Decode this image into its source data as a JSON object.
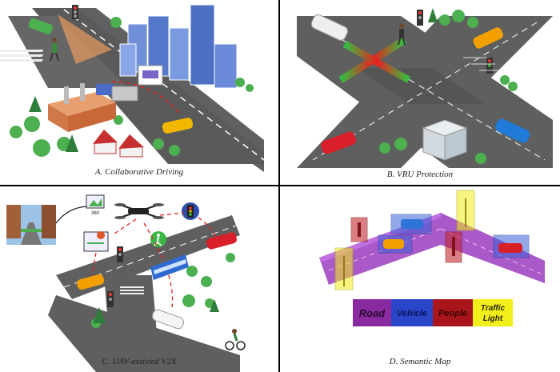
{
  "panels": [
    {
      "caption": "A. Collaborative Driving"
    },
    {
      "caption": "B. VRU Protection"
    },
    {
      "caption": "C. UAV-assisted V2X"
    },
    {
      "caption": "D. Semantic Map"
    }
  ],
  "uav_panel": {
    "camera_badge": "360"
  },
  "semantic_legend": [
    {
      "label": "Road",
      "color": "#8a2aa0",
      "text_color": "#2a0a30"
    },
    {
      "label": "Vehicle",
      "color": "#2a46c8",
      "text_color": "#0a1460"
    },
    {
      "label": "People",
      "color": "#a8161c",
      "text_color": "#3a0406"
    },
    {
      "label": "Traffic Light",
      "line1": "Traffic",
      "line2": "Light",
      "color": "#f2ee1a",
      "text_color": "#2a2800"
    }
  ],
  "colors": {
    "road": "#5f5f5f",
    "lane": "#ffffff",
    "arrow": "#e02020",
    "grass": "#ffffff"
  }
}
